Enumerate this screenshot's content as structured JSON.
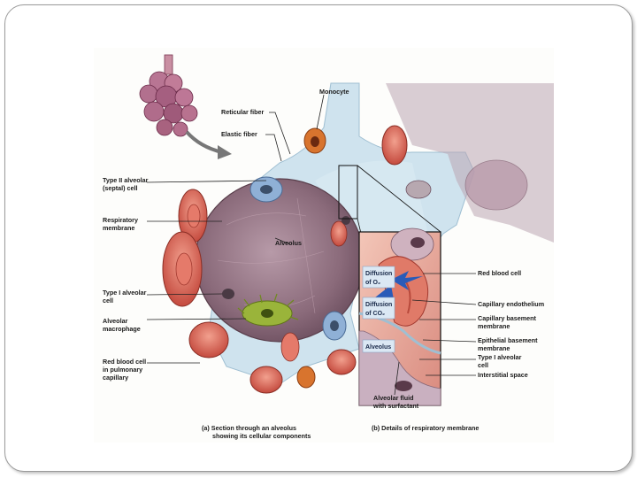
{
  "labels": {
    "monocyte": "Monocyte",
    "reticular_fiber": "Reticular fiber",
    "elastic_fiber": "Elastic fiber",
    "type2_line1": "Type II alveolar",
    "type2_line2": "(septal) cell",
    "resp_line1": "Respiratory",
    "resp_line2": "membrane",
    "alveolus": "Alveolus",
    "type1_line1": "Type I alveolar",
    "type1_line2": "cell",
    "macro_line1": "Alveolar",
    "macro_line2": "macrophage",
    "rbc_line1": "Red blood cell",
    "rbc_line2": "in pulmonary",
    "rbc_line3": "capillary",
    "diff_o2_line1": "Diffusion",
    "diff_o2_line2": "of O₂",
    "diff_co2_line1": "Diffusion",
    "diff_co2_line2": "of CO₂",
    "alveolus_inset": "Alveolus",
    "r_rbc": "Red blood cell",
    "r_cap_endo": "Capillary endothelium",
    "r_cap_base_1": "Capillary basement",
    "r_cap_base_2": "membrane",
    "r_epi_base_1": "Epithelial basement",
    "r_epi_base_2": "membrane",
    "r_type1_1": "Type I alveolar",
    "r_type1_2": "cell",
    "r_interstitial": "Interstitial space",
    "fluid_line1": "Alveolar fluid",
    "fluid_line2": "with surfactant",
    "caption_a_line1": "(a) Section through an alveolus",
    "caption_a_line2": "showing its cellular components",
    "caption_b": "(b) Details of respiratory membrane"
  },
  "colors": {
    "interstitium": "#cfe3ee",
    "alveolus_fill": "#8c6c7c",
    "capillary": "#d9685a",
    "macrophage": "#9ab43a",
    "monocyte": "#d8742e",
    "type2_cell": "#8fb0d6",
    "arrow_blue": "#2a5bb8"
  }
}
